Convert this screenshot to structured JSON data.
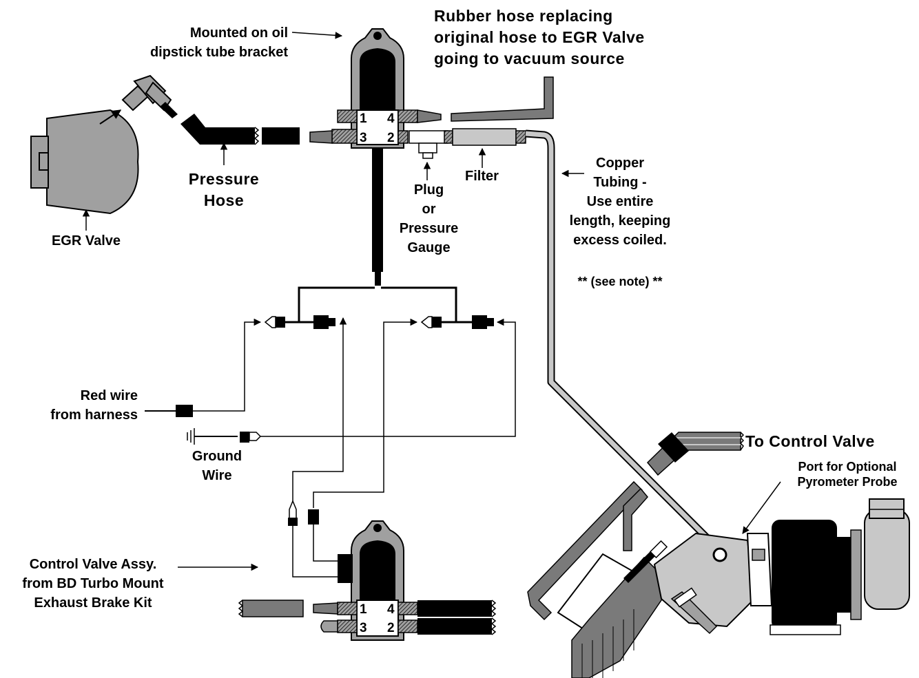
{
  "labels": {
    "mounted": [
      "Mounted on oil",
      "dipstick tube bracket"
    ],
    "rubber_hose": [
      "Rubber hose replacing",
      "original hose to EGR Valve",
      "going to vacuum source"
    ],
    "pressure_hose": [
      "Pressure",
      "Hose"
    ],
    "egr_valve": "EGR Valve",
    "plug": [
      "Plug",
      "or",
      "Pressure",
      "Gauge"
    ],
    "filter": "Filter",
    "copper": [
      "Copper",
      "Tubing -",
      "Use entire",
      "length, keeping",
      "excess coiled."
    ],
    "note": "** (see note) **",
    "red_wire": [
      "Red wire",
      "from harness"
    ],
    "ground_wire": [
      "Ground",
      "Wire"
    ],
    "to_control_valve": "To Control Valve",
    "port_pyrometer": [
      "Port for Optional",
      "Pyrometer Probe"
    ],
    "control_valve_assy": [
      "Control Valve Assy.",
      "from BD Turbo Mount",
      "Exhaust Brake Kit"
    ]
  },
  "ports": {
    "top": [
      "1",
      "4",
      "3",
      "2"
    ],
    "bottom": [
      "1",
      "4",
      "3",
      "2"
    ]
  },
  "colors": {
    "line": "#000000",
    "gray": "#a0a0a0",
    "dark_gray": "#7a7a7a",
    "light_gray": "#c8c8c8"
  }
}
